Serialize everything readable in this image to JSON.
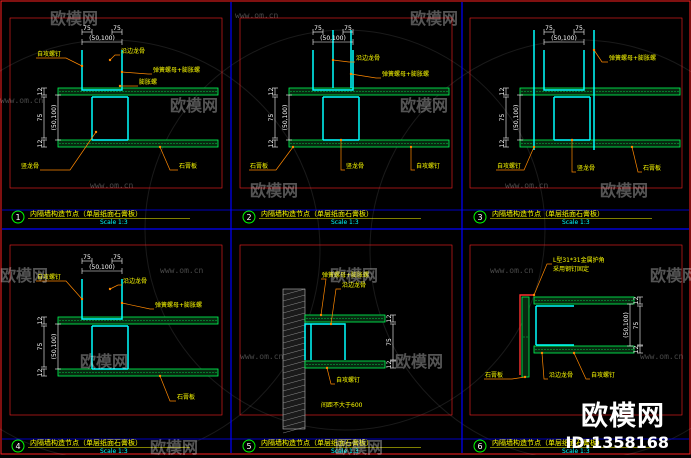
{
  "sheet": {
    "brand_name": "欧模网",
    "brand_id": "ID:1358168",
    "watermark_text": "欧模网",
    "watermark_url": "www.om.cn",
    "colors": {
      "frame": "#0000ff",
      "outline": "#ff2020",
      "keel": "#00ffff",
      "board": "#00ff55",
      "dim": "#ffffff",
      "leader": "#ff8800",
      "label": "#ffff00",
      "title": "#ffff00",
      "scale": "#00ffff",
      "number_circle": "#00ff00"
    }
  },
  "panels": [
    {
      "number": "1",
      "title": "内隔墙构造节点（单层纸面石膏板）",
      "scale": "Scale 1:3",
      "dim_top_left": "75",
      "dim_top_right": "75",
      "dim_top_mid": "(50,100)",
      "dim_side_a": "12",
      "dim_side_b": "75",
      "dim_side_c": "12",
      "dim_side_mid": "(50,100)",
      "labels": [
        "自攻螺钉",
        "沿边龙骨",
        "弹簧螺母+膨胀螺",
        "膨胀螺",
        "竖龙骨",
        "石膏板"
      ]
    },
    {
      "number": "2",
      "title": "内隔墙构造节点（单层纸面石膏板）",
      "scale": "Scale 1:3",
      "dim_top_left": "75",
      "dim_top_right": "75",
      "dim_top_mid": "(50,100)",
      "dim_side_a": "12",
      "dim_side_b": "75",
      "dim_side_c": "12",
      "dim_side_mid": "(50,100)",
      "labels": [
        "沿边龙骨",
        "弹簧螺母+膨胀螺",
        "石膏板",
        "竖龙骨",
        "自攻螺钉"
      ]
    },
    {
      "number": "3",
      "title": "内隔墙构造节点（单层纸面石膏板）",
      "scale": "Scale 1:3",
      "dim_top_left": "75",
      "dim_top_right": "75",
      "dim_top_mid": "(50,100)",
      "dim_side_a": "12",
      "dim_side_b": "75",
      "dim_side_c": "12",
      "dim_side_mid": "(50,100)",
      "labels": [
        "弹簧螺母+膨胀螺",
        "自攻螺钉",
        "竖龙骨",
        "石膏板"
      ]
    },
    {
      "number": "4",
      "title": "内隔墙构造节点（单层纸面石膏板）",
      "scale": "Scale 1:3",
      "dim_top_left": "75",
      "dim_top_right": "75",
      "dim_top_mid": "(50,100)",
      "dim_side_a": "12",
      "dim_side_b": "75",
      "dim_side_c": "12",
      "dim_side_mid": "(50,100)",
      "labels": [
        "自攻螺钉",
        "沿边龙骨",
        "弹簧螺母+膨胀螺",
        "石膏板"
      ]
    },
    {
      "number": "5",
      "title": "内隔墙构造节点（单层纸面石膏板）",
      "scale": "Scale 1:3",
      "dim_side_a": "12",
      "dim_side_b": "75",
      "dim_side_c": "12",
      "labels": [
        "弹簧螺母+膨胀螺",
        "沿边龙骨",
        "自攻螺钉",
        "间距不大于600"
      ]
    },
    {
      "number": "6",
      "title": "内隔墙构造节点（单层纸面石膏板）",
      "scale": "Scale 1:3",
      "dim_side_a": "12",
      "dim_side_b": "75",
      "dim_side_c": "12",
      "dim_side_mid": "(50,100)",
      "labels": [
        "L型31*31金属护角",
        "采用钢钉固定",
        "石膏板",
        "沿边龙骨",
        "自攻螺钉"
      ]
    }
  ]
}
